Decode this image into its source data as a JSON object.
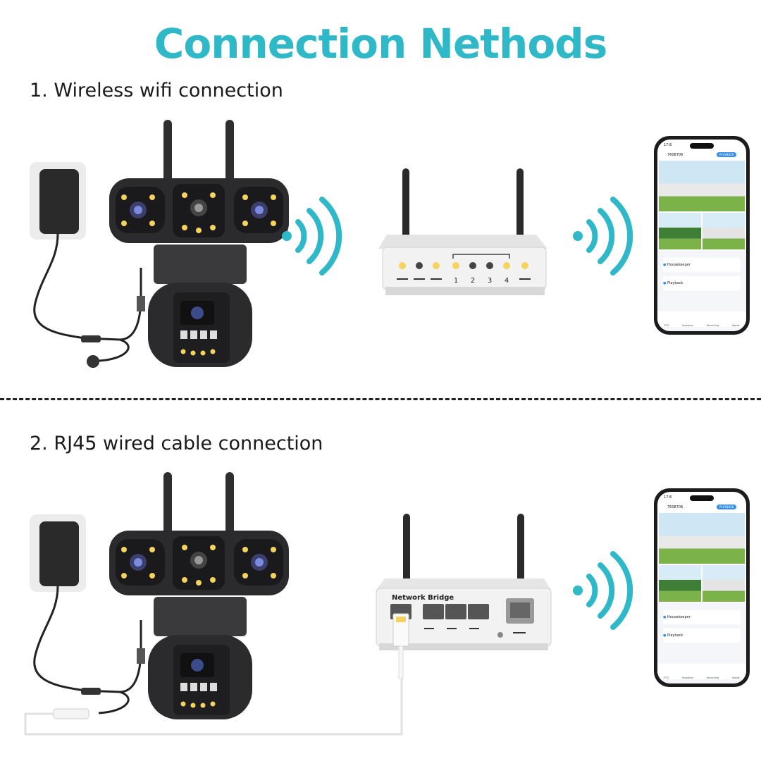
{
  "title": "Connection Nethods",
  "colors": {
    "accent": "#2fb8c8",
    "camera": "#2b2b2d",
    "router": "#f2f2f2"
  },
  "sections": [
    {
      "label": "1. Wireless wifi connection",
      "router_port_numbers": [
        "1",
        "2",
        "3",
        "4"
      ]
    },
    {
      "label": "2. RJ45 wired cable connection",
      "bridge_label": "Network Bridge"
    }
  ],
  "phone": {
    "status_time": "17:8",
    "device_name": "7608706",
    "playback_badge": "PLAYBACK",
    "menu_items": [
      "Housekeeper",
      "Playback"
    ],
    "tabs": [
      "PTZ",
      "Snapshot",
      "Recording",
      "Speak"
    ]
  }
}
